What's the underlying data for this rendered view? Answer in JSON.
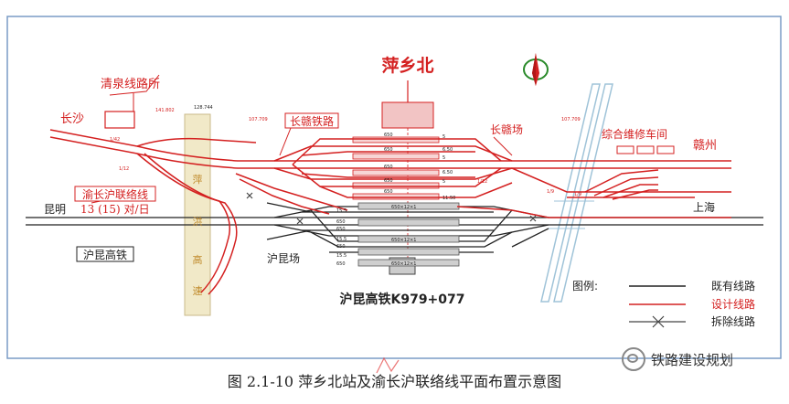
{
  "station_title": "萍乡北",
  "labels": {
    "qingquan": "清泉线路所",
    "changsha": "长沙",
    "changgan_line": "长赣铁路",
    "changgan_yard": "长赣场",
    "maintenance": "综合维修车间",
    "ganzhou": "赣州",
    "yuchang_line": "渝长沪联络线",
    "trains": "13 (15) 对/日",
    "kunming": "昆明",
    "hukun_hsr": "沪昆高铁",
    "hukun_yard": "沪昆场",
    "shanghai": "上海",
    "hsr_km": "沪昆高铁K979+077",
    "expressway": [
      "萍",
      "洪",
      "高",
      "速"
    ]
  },
  "legend": {
    "title": "图例:",
    "items": [
      {
        "label": "既有线路",
        "color": "#222222",
        "style": "solid"
      },
      {
        "label": "设计线路",
        "color": "#d42020",
        "style": "solid"
      },
      {
        "label": "拆除线路",
        "color": "#444444",
        "style": "cross"
      }
    ]
  },
  "small_text": {
    "chainages": [
      "141.802",
      "128.744",
      "107.709",
      "107.709"
    ],
    "gradients": [
      "1/42",
      "1/12",
      "1/9",
      "1/12",
      "1/9"
    ],
    "platforms_top": [
      "650",
      "650",
      "650",
      "650",
      "650",
      "5",
      "6.50",
      "5",
      "6.50",
      "5",
      "11.50"
    ],
    "platforms_bottom": [
      "15.5",
      "650",
      "650",
      "15.5",
      "650",
      "15.5",
      "650"
    ],
    "platform_spec": "650×12×1"
  },
  "caption": "图 2.1-10    萍乡北站及渝长沪联络线平面布置示意图",
  "watermark": "铁路建设规划",
  "colors": {
    "red": "#d42020",
    "black": "#222222",
    "border": "#7a9cc6",
    "river": "#9fc3d8"
  }
}
